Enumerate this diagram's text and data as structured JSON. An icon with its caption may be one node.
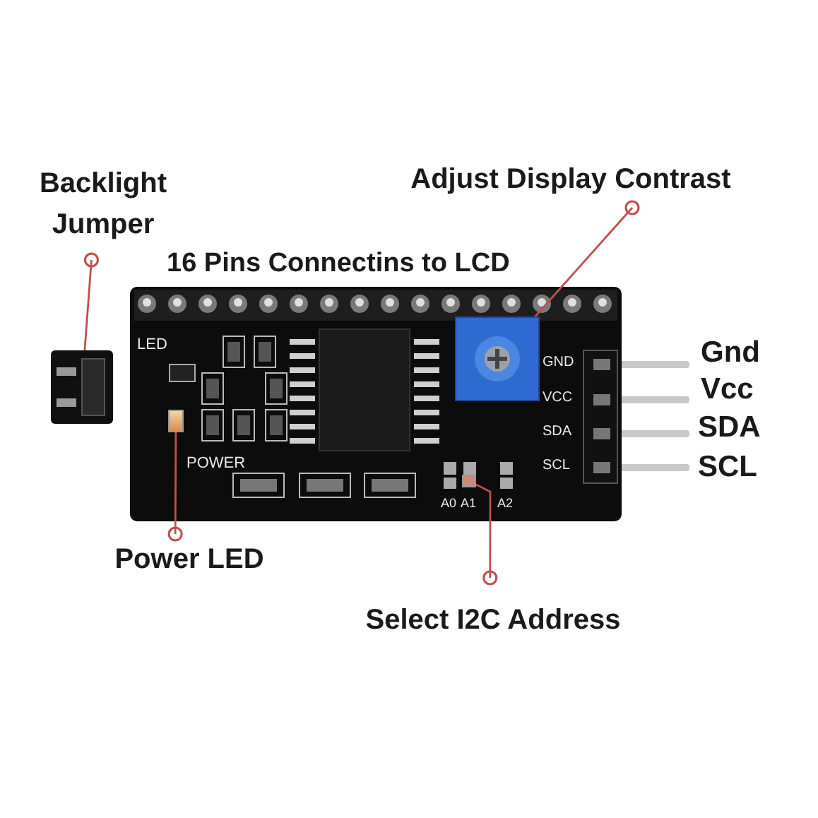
{
  "diagram": {
    "nodes": [
      {
        "text": [
          "Backlight Jumper"
        ]
      },
      {
        "text": [],
        "shape": "box"
      },
      {
        "text": [
          "Adjust Display Contrast"
        ]
      },
      {
        "text": [],
        "shape": "box"
      },
      {
        "text": [
          "Power LED"
        ]
      },
      {
        "text": [],
        "shape": "box"
      },
      {
        "text": [
          "Select I2C Address"
        ]
      },
      {
        "text": [],
        "shape": "box"
      }
    ],
    "edges": [
      {
        "from": 0,
        "to": 1,
        "arrow": "other"
      },
      {
        "from": 2,
        "to": 3,
        "arrow": "other"
      },
      {
        "from": 4,
        "to": 5,
        "arrow": "other"
      },
      {
        "from": 6,
        "to": 7,
        "arrow": "other"
      }
    ],
    "labels": [
      "16 Pins Connectins to LCD",
      "LED",
      "GND",
      "VCC",
      "SDA",
      "SCL",
      "POWER",
      "A0",
      "A1",
      "A2",
      "Gnd",
      "Vcc",
      "SDA",
      "SCL"
    ]
  }
}
